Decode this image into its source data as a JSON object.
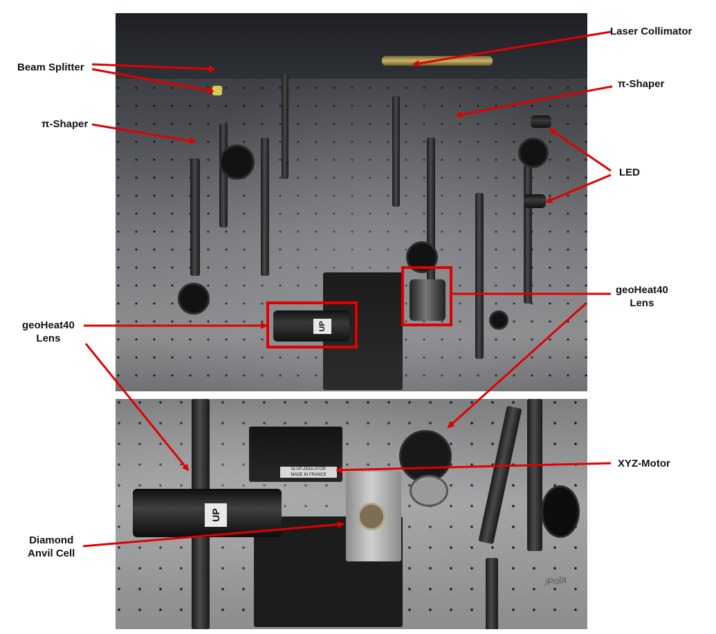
{
  "labels": {
    "laser_collimator": "Laser Collimator",
    "beam_splitter": "Beam Splitter",
    "pi_shaper_right": "π-Shaper",
    "pi_shaper_left": "π-Shaper",
    "led": "LED",
    "geoheat40_right_line1": "geoHeat40",
    "geoheat40_right_line2": "Lens",
    "geoheat40_left_line1": "geoHeat40",
    "geoheat40_left_line2": "Lens",
    "xyz_motor": "XYZ-Motor",
    "dac_line1": "Diamond",
    "dac_line2": "Anvil Cell"
  },
  "photo_text": {
    "up_marking_top": "UP",
    "up_marking_bottom": "UP",
    "motor_model": "M-VP-25XA-XYZR",
    "motor_origin": "MADE IN FRANCE",
    "pola_marking": "/Pola"
  },
  "colors": {
    "annotation": "#e00000",
    "highlight_box": "#e00000",
    "label_text": "#111111"
  }
}
